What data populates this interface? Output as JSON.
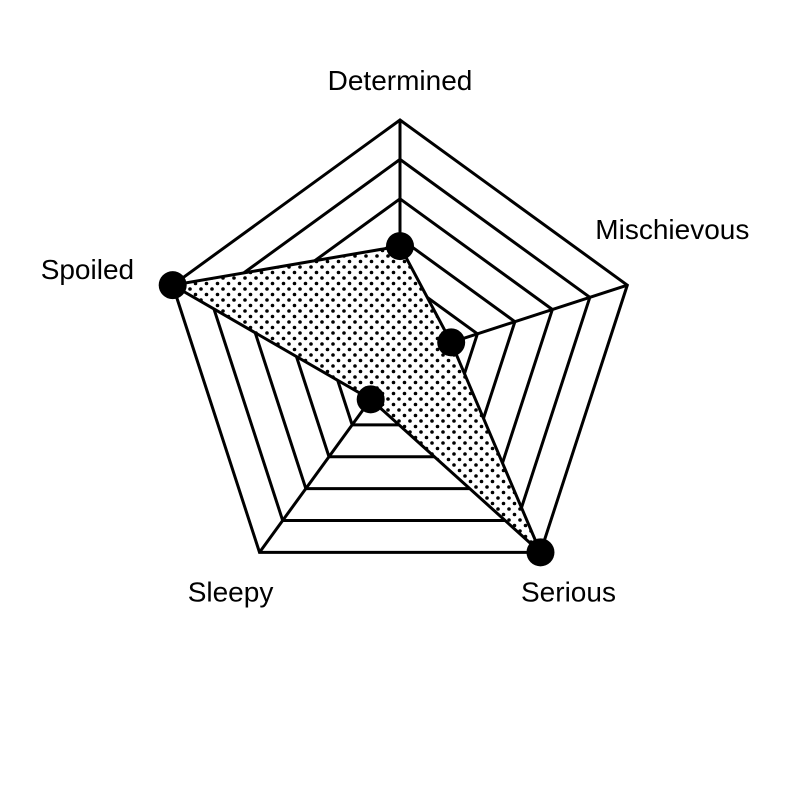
{
  "chart_data": {
    "type": "radar",
    "axes": [
      "Determined",
      "Mischievous",
      "Serious",
      "Sleepy",
      "Spoiled"
    ],
    "range": [
      0,
      5
    ],
    "levels": 5,
    "series": [
      {
        "values": [
          1.8,
          0.3,
          5.0,
          0.2,
          5.0
        ]
      }
    ],
    "fill_pattern": "dots",
    "marker": "filled-circle",
    "grid": true,
    "legend": "none"
  }
}
